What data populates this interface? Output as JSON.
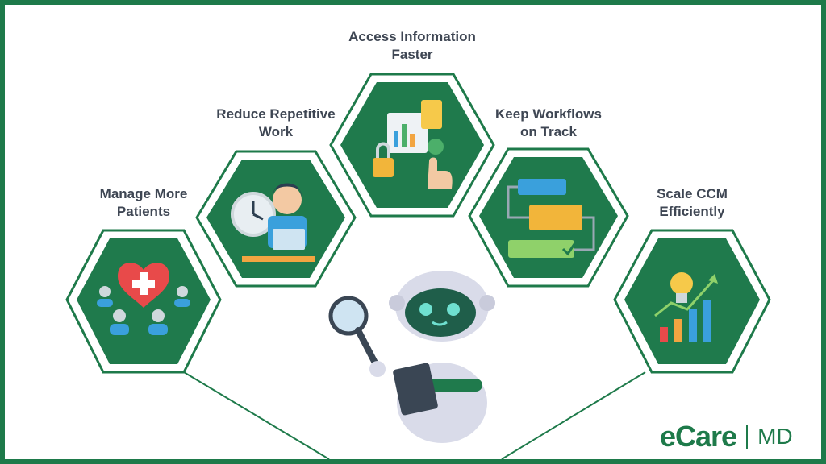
{
  "labels": [
    {
      "lines": [
        "Manage More",
        "Patients"
      ]
    },
    {
      "lines": [
        "Reduce Repetitive",
        "Work"
      ]
    },
    {
      "lines": [
        "Access Information",
        "Faster"
      ]
    },
    {
      "lines": [
        "Keep Workflows",
        "on Track"
      ]
    },
    {
      "lines": [
        "Scale CCM",
        "Efficiently"
      ]
    }
  ],
  "logo": {
    "brand": "eCare",
    "suffix": "MD"
  },
  "colors": {
    "frame": "#1e7a4a",
    "hex_fill": "#1f7a4c",
    "hex_outline": "#1e7a4a",
    "text": "#3e4653"
  }
}
